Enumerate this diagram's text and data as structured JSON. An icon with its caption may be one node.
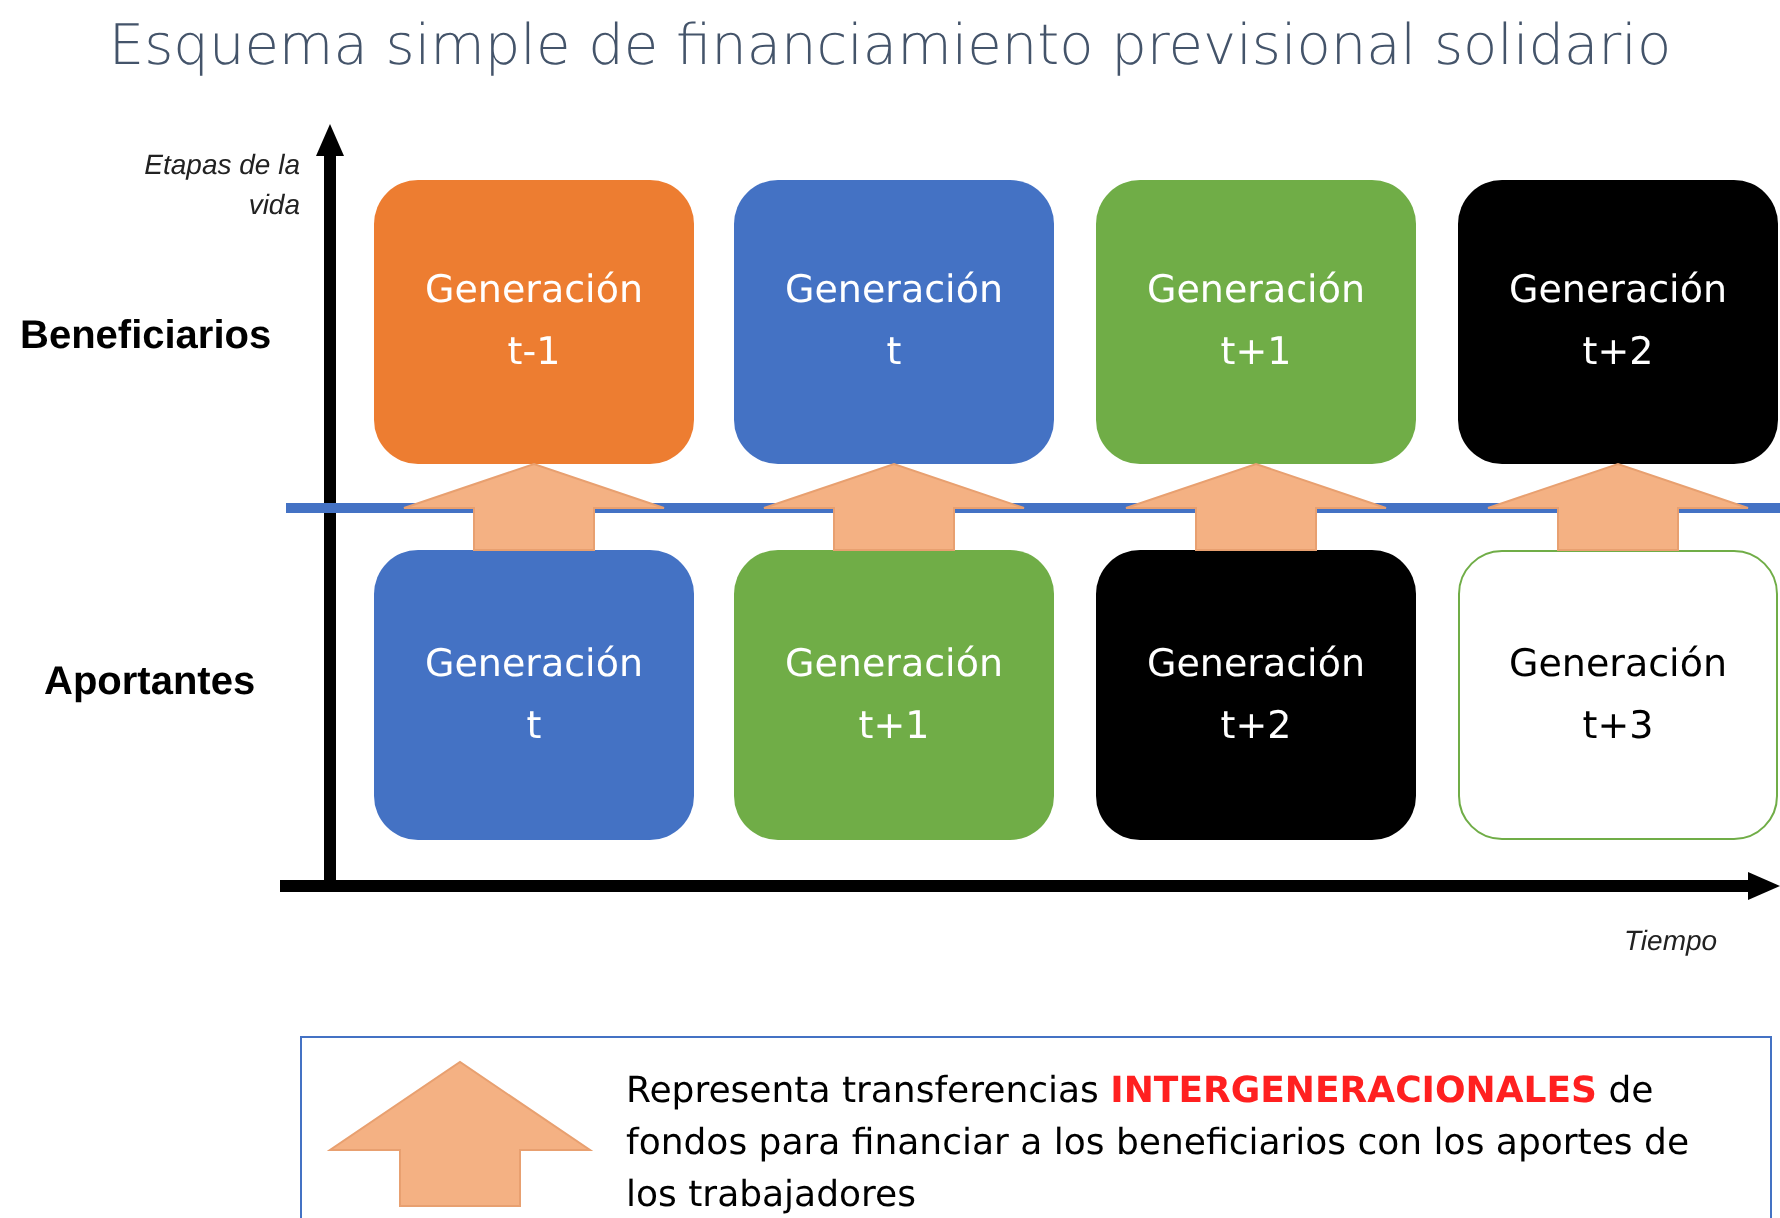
{
  "diagram": {
    "title": "Esquema simple de financiamiento previsional solidario",
    "nodes": [
      {
        "text": [
          "Generación t-1"
        ]
      },
      {
        "text": [
          "Generación t"
        ]
      },
      {
        "text": [
          "Generación t+1"
        ]
      },
      {
        "text": [
          "Generación t+2"
        ]
      },
      {
        "text": [
          "Generación t"
        ]
      },
      {
        "text": [
          "Generación t+1"
        ]
      },
      {
        "text": [
          "Generación t+2"
        ]
      },
      {
        "text": [
          "Generación t+3"
        ]
      }
    ],
    "edges": [
      {
        "from": 4,
        "to": 0,
        "arrow": "to",
        "style": "thick",
        "color": "#f4b183"
      },
      {
        "from": 5,
        "to": 1,
        "arrow": "to",
        "style": "thick",
        "color": "#f4b183"
      },
      {
        "from": 6,
        "to": 2,
        "arrow": "to",
        "style": "thick",
        "color": "#f4b183"
      },
      {
        "from": 7,
        "to": 3,
        "arrow": "to",
        "style": "thick",
        "color": "#f4b183"
      }
    ],
    "labels": [
      "Etapas de la vida",
      "Beneficiarios",
      "Aportantes",
      "Tiempo"
    ],
    "legend": [
      {
        "text": "Representa transferencias **INTERGENERACIONALES** de fondos para financiar a los beneficiarios con los aportes de los trabajadores"
      }
    ]
  }
}
